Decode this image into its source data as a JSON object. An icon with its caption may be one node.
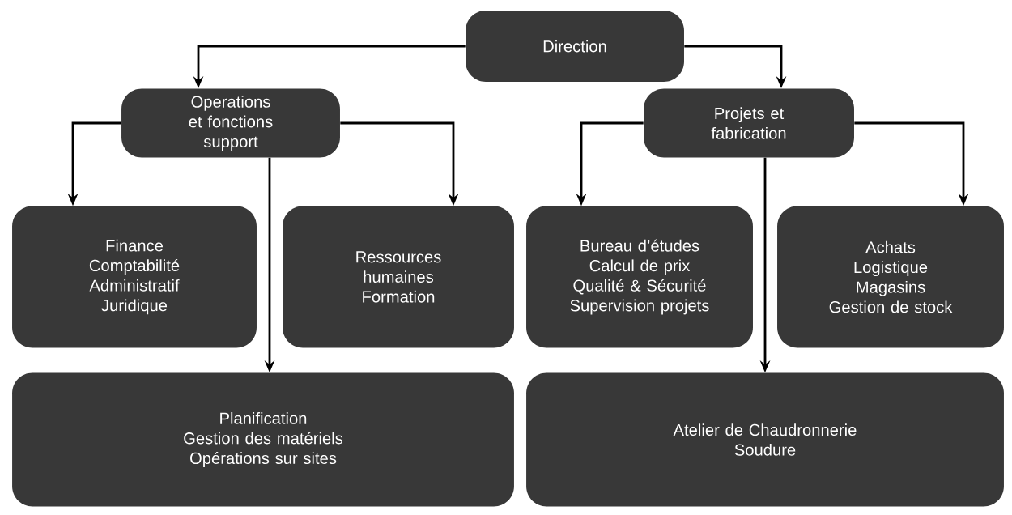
{
  "diagram": {
    "nodes": [
      {
        "text": [
          "Direction"
        ]
      },
      {
        "text": [
          "Operations et fonctions support"
        ]
      },
      {
        "text": [
          "Projets et fabrication"
        ]
      },
      {
        "text": [
          "Finance",
          "Comptabilité",
          "Administratif",
          "Juridique"
        ]
      },
      {
        "text": [
          "Ressources humaines",
          "Formation"
        ]
      },
      {
        "text": [
          "Bureau d’études",
          "Calcul de prix",
          "Qualité & Sécurité",
          "Supervision projets"
        ]
      },
      {
        "text": [
          "Achats",
          "Logistique",
          "Magasins",
          "Gestion de stock"
        ]
      },
      {
        "text": [
          "Planification",
          "Gestion des matériels",
          "Opérations sur sites"
        ]
      },
      {
        "text": [
          "Atelier de Chaudronnerie",
          "Soudure"
        ]
      }
    ],
    "edges": [
      {
        "from": 0,
        "to": 1,
        "arrow": "to"
      },
      {
        "from": 0,
        "to": 2,
        "arrow": "to"
      },
      {
        "from": 1,
        "to": 3,
        "arrow": "to"
      },
      {
        "from": 1,
        "to": 4,
        "arrow": "to"
      },
      {
        "from": 1,
        "to": 7,
        "arrow": "to"
      },
      {
        "from": 2,
        "to": 5,
        "arrow": "to"
      },
      {
        "from": 2,
        "to": 6,
        "arrow": "to"
      },
      {
        "from": 2,
        "to": 8,
        "arrow": "to"
      }
    ]
  }
}
